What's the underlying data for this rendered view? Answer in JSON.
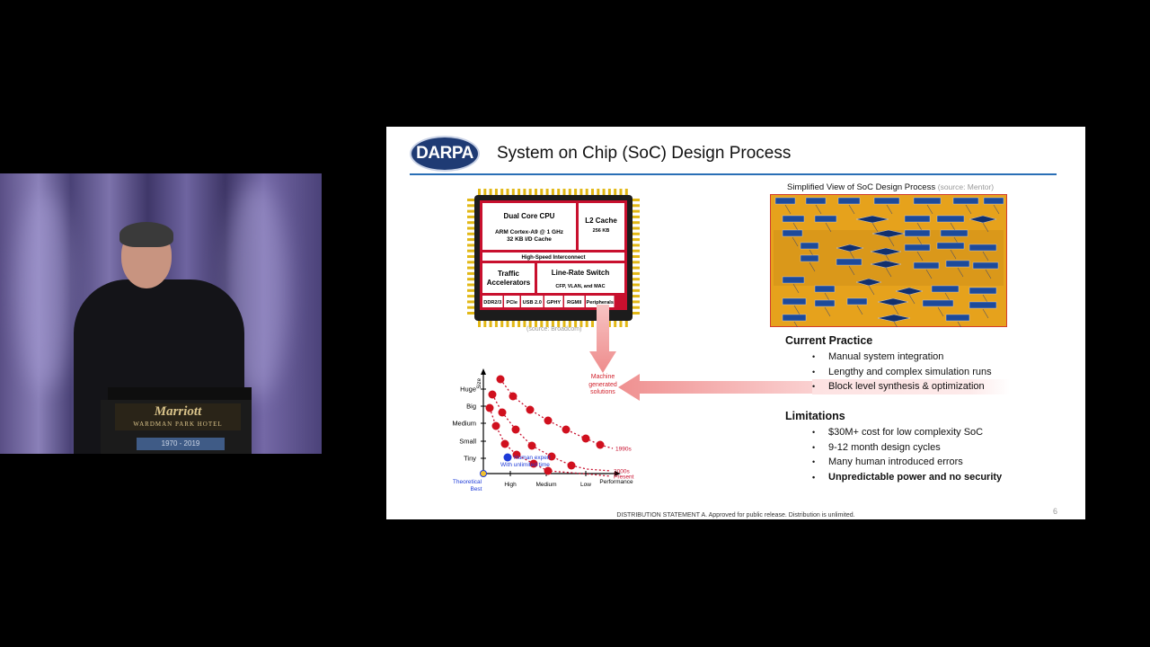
{
  "podium": {
    "brand": "Marriott",
    "hotel": "WARDMAN PARK HOTEL",
    "years": "1970 - 2019"
  },
  "slide": {
    "logo": "DARPA",
    "title": "System on Chip (SoC) Design Process",
    "chip": {
      "cpu_title": "Dual Core CPU",
      "cpu_line1": "ARM Cortex-A9 @ 1 GHz",
      "cpu_line2": "32 KB I/D Cache",
      "l2_title": "L2 Cache",
      "l2_size": "256 KB",
      "interconnect": "High-Speed Interconnect",
      "traffic_line1": "Traffic",
      "traffic_line2": "Accelerators",
      "switch_title": "Line-Rate Switch",
      "switch_sub": "CFP, VLAN, and MAC",
      "ports": [
        "DDR2/3",
        "PCIe",
        "USB 2.0",
        "GPHY",
        "RGMII",
        "Peripherals"
      ],
      "source": "(source: Broadcom)"
    },
    "flow": {
      "caption": "Simplified View of SoC Design Process",
      "source": "(source: Mentor)"
    },
    "machine_label": [
      "Machine",
      "generated",
      "solutions"
    ],
    "tradeoff": {
      "y_axis_title": "Size",
      "y_ticks": [
        "Huge",
        "Big",
        "Medium",
        "Small",
        "Tiny"
      ],
      "x_ticks": [
        "High",
        "Medium",
        "Low"
      ],
      "x_axis_title": "Performance",
      "curve_labels": [
        "1990s",
        "2000s",
        "Present"
      ],
      "human_expert": [
        "Human expert",
        "With unlimited time"
      ],
      "theoretical": [
        "Theoretical",
        "Best"
      ]
    },
    "current_practice": {
      "title": "Current Practice",
      "items": [
        "Manual system integration",
        "Lengthy and complex simulation runs",
        "Block level synthesis & optimization"
      ]
    },
    "limitations": {
      "title": "Limitations",
      "items": [
        "$30M+ cost for low complexity SoC",
        "9-12 month design cycles",
        "Many human introduced errors",
        "Unpredictable power and no security"
      ]
    },
    "footer": "DISTRIBUTION STATEMENT A. Approved for public release. Distribution is unlimited.",
    "page_number": "6"
  }
}
